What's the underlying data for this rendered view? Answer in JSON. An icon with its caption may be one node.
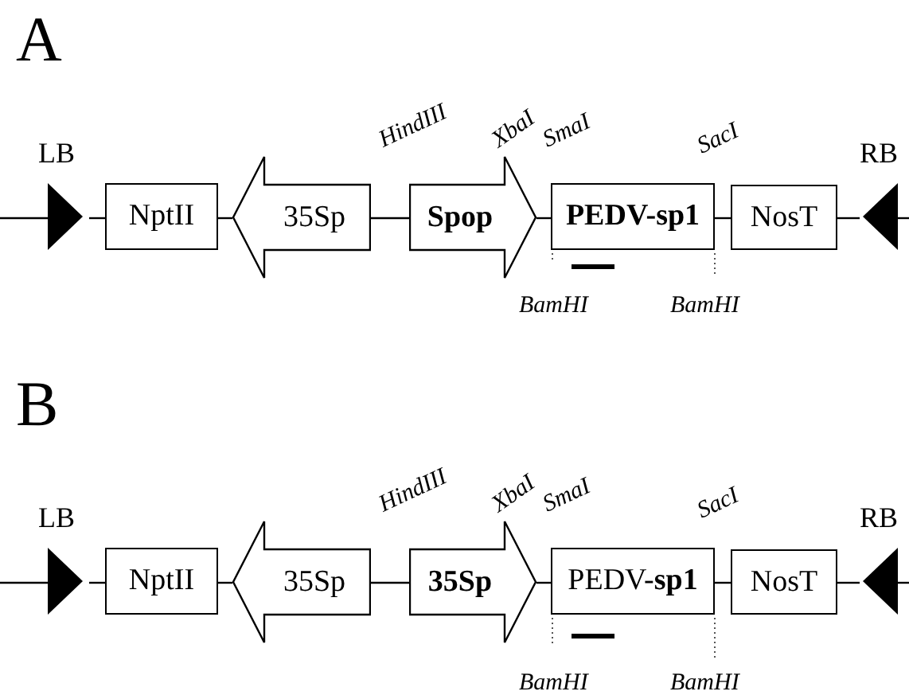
{
  "diagram": {
    "nodes": [
      {
        "text": [
          "LB"
        ]
      },
      {
        "text": [
          "NptII"
        ]
      },
      {
        "text": [
          "35Sp"
        ]
      },
      {
        "text": [
          "**Spop**"
        ]
      },
      {
        "text": [
          "**PEDV-sp1**"
        ]
      },
      {
        "text": [
          "NosT"
        ]
      },
      {
        "text": [
          "RB"
        ]
      },
      {
        "text": [
          "LB"
        ]
      },
      {
        "text": [
          "NptII"
        ]
      },
      {
        "text": [
          "35Sp"
        ]
      },
      {
        "text": [
          "**35Sp**"
        ]
      },
      {
        "text": [
          "PEDV-**sp1**"
        ]
      },
      {
        "text": [
          "NosT"
        ]
      },
      {
        "text": [
          "RB"
        ]
      }
    ],
    "edges": [
      {
        "from": null,
        "to": 0,
        "arrow": "none"
      },
      {
        "from": 0,
        "to": 1,
        "arrow": "none"
      },
      {
        "from": 1,
        "to": 2,
        "arrow": "none"
      },
      {
        "from": 2,
        "to": 3,
        "arrow": "none"
      },
      {
        "from": 3,
        "to": 4,
        "arrow": "none"
      },
      {
        "from": 4,
        "to": 5,
        "arrow": "none"
      },
      {
        "from": 5,
        "to": 6,
        "arrow": "none"
      },
      {
        "from": 6,
        "to": null,
        "arrow": "none"
      },
      {
        "from": null,
        "to": 7,
        "arrow": "none"
      },
      {
        "from": 7,
        "to": 8,
        "arrow": "none"
      },
      {
        "from": 8,
        "to": 9,
        "arrow": "none"
      },
      {
        "from": 9,
        "to": 10,
        "arrow": "none"
      },
      {
        "from": 10,
        "to": 11,
        "arrow": "none"
      },
      {
        "from": 11,
        "to": 12,
        "arrow": "none"
      },
      {
        "from": 12,
        "to": 13,
        "arrow": "none"
      },
      {
        "from": 13,
        "to": null,
        "arrow": "none"
      }
    ],
    "labels": [
      "A",
      "HindIII",
      "XbaI",
      "SmaI",
      "SacI",
      "BamHI",
      "BamHI",
      "B",
      "HindIII",
      "XbaI",
      "SmaI",
      "SacI",
      "BamHI",
      "BamHI"
    ]
  }
}
